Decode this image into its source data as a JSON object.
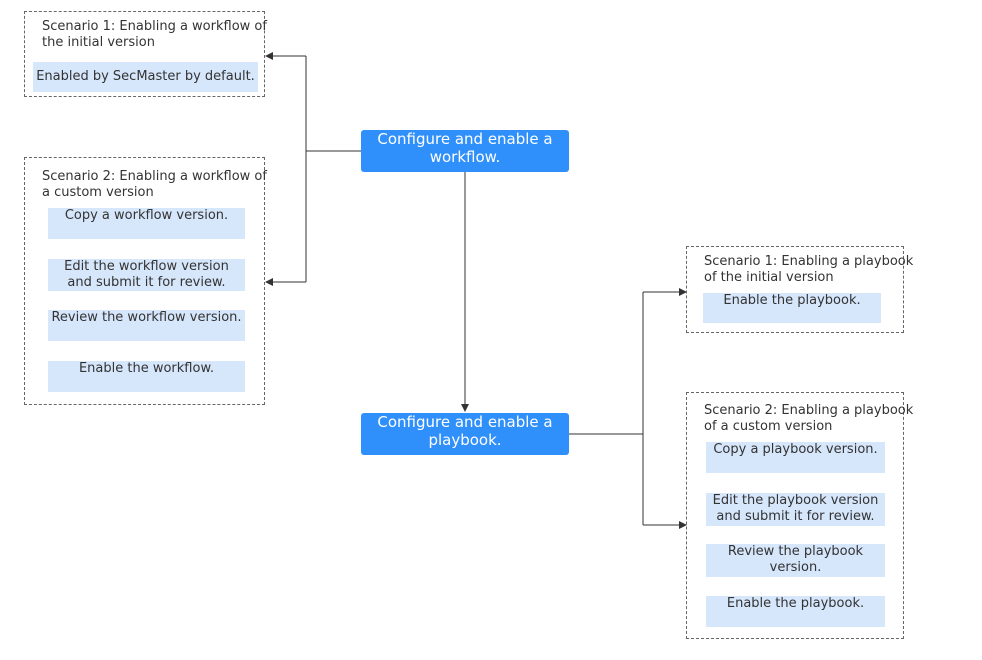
{
  "main_nodes": {
    "workflow": [
      "Configure and enable a",
      "workflow."
    ],
    "playbook": [
      "Configure and enable a",
      "playbook."
    ]
  },
  "workflow_scenarios": {
    "initial": {
      "title": [
        "Scenario 1: Enabling a workflow of",
        "the initial version"
      ],
      "steps": [
        "Enabled by SecMaster by default."
      ]
    },
    "custom": {
      "title": [
        "Scenario 2: Enabling a workflow of",
        "a custom version"
      ],
      "steps": [
        [
          "Copy a workflow version."
        ],
        [
          "Edit the workflow version",
          "and submit it for review."
        ],
        [
          "Review the workflow version."
        ],
        [
          "Enable the workflow."
        ]
      ]
    }
  },
  "playbook_scenarios": {
    "initial": {
      "title": [
        "Scenario 1: Enabling a playbook",
        "of the initial version"
      ],
      "steps": [
        "Enable the playbook."
      ]
    },
    "custom": {
      "title": [
        "Scenario 2: Enabling a playbook",
        "of a custom version"
      ],
      "steps": [
        [
          "Copy a playbook version."
        ],
        [
          "Edit the playbook version",
          "and submit it for review."
        ],
        [
          "Review the playbook",
          "version."
        ],
        [
          "Enable the playbook."
        ]
      ]
    }
  },
  "colors": {
    "main_node": "#2f8ffb",
    "step_box": "#d6e6fb",
    "connector": "#333333"
  }
}
